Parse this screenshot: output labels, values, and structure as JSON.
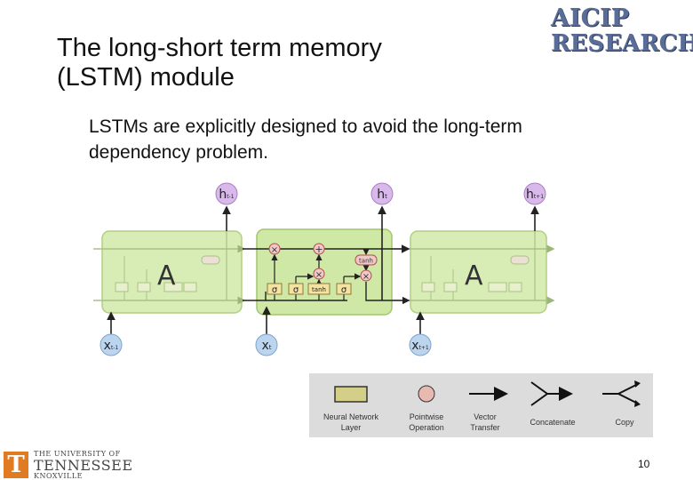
{
  "slide": {
    "title_line1": "The long-short term memory",
    "title_line2": "(LSTM) module",
    "body_line1": "LSTMs are explicitly designed to avoid the long-term",
    "body_line2": "dependency problem.",
    "page_number": "10"
  },
  "logo": {
    "line1": "AICIP",
    "line2": "RESEARCH",
    "color": "#5a6d98"
  },
  "university": {
    "line1": "THE UNIVERSITY OF",
    "line2": "TENNESSEE",
    "line3": "KNOXVILLE",
    "letter": "T",
    "color": "#e07b22"
  },
  "diagram": {
    "cell_label": "A",
    "outputs": [
      {
        "base": "h",
        "sub": "t-1"
      },
      {
        "base": "h",
        "sub": "t"
      },
      {
        "base": "h",
        "sub": "t+1"
      }
    ],
    "inputs": [
      {
        "base": "x",
        "sub": "t-1"
      },
      {
        "base": "x",
        "sub": "t"
      },
      {
        "base": "x",
        "sub": "t+1"
      }
    ],
    "gates": [
      "σ",
      "σ",
      "tanh",
      "σ"
    ],
    "pointwise_tanh": "tanh",
    "ops": {
      "multiply": "×",
      "add": "+"
    },
    "colors": {
      "cell_fill": "#cfe8a6",
      "cell_stroke": "#a2c66d",
      "gate_fill": "#f4e2a0",
      "op_fill": "#f2c7c7",
      "output_fill": "#d9b8ec"
    }
  },
  "legend": {
    "items": [
      {
        "label_line1": "Neural Network",
        "label_line2": "Layer"
      },
      {
        "label_line1": "Pointwise",
        "label_line2": "Operation"
      },
      {
        "label_line1": "Vector",
        "label_line2": "Transfer"
      },
      {
        "label_line1": "Concatenate",
        "label_line2": ""
      },
      {
        "label_line1": "Copy",
        "label_line2": ""
      }
    ]
  }
}
